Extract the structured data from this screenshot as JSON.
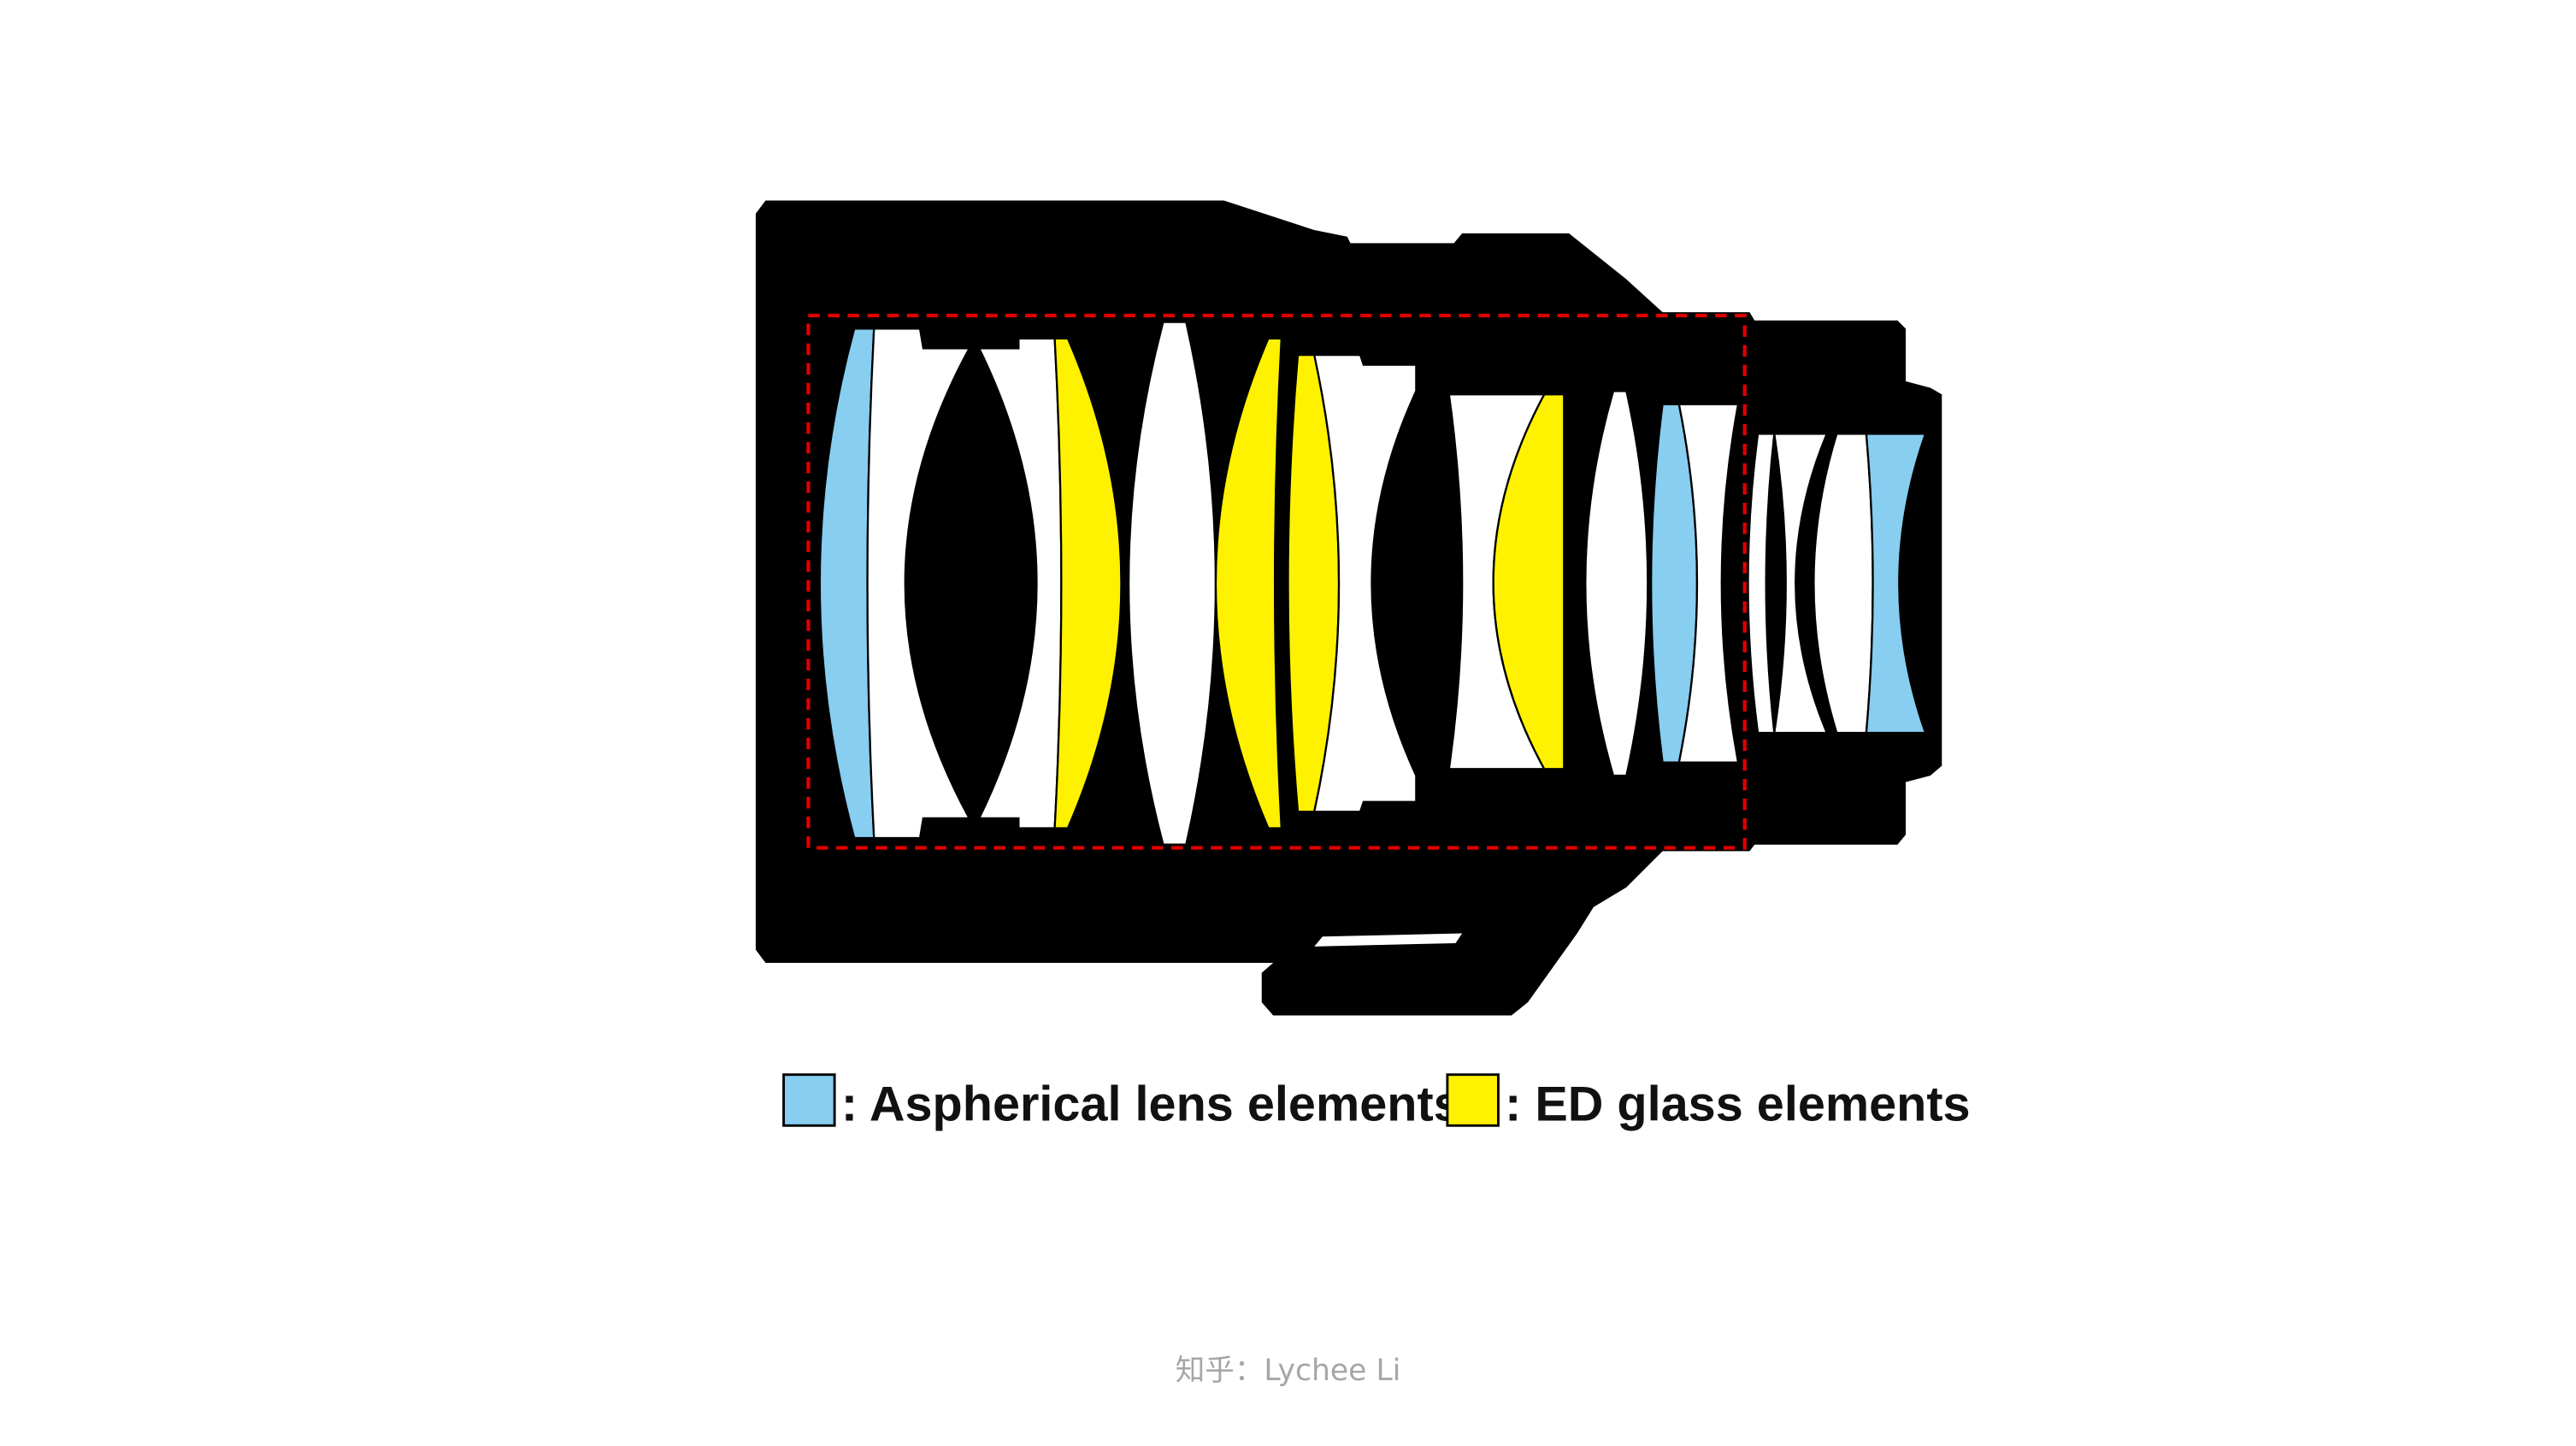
{
  "colors": {
    "barrel": "#000000",
    "aspherical": "#87CEF0",
    "ed_glass": "#FFF200",
    "standard": "#FFFFFF",
    "highlight_box": "#E00000",
    "legend_text": "#111111",
    "credit_text": "#a6a6a6"
  },
  "legend": {
    "aspherical": {
      "label": ": Aspherical lens elements"
    },
    "ed_glass": {
      "label": ": ED glass elements"
    }
  },
  "credit": "知乎：Lychee Li"
}
